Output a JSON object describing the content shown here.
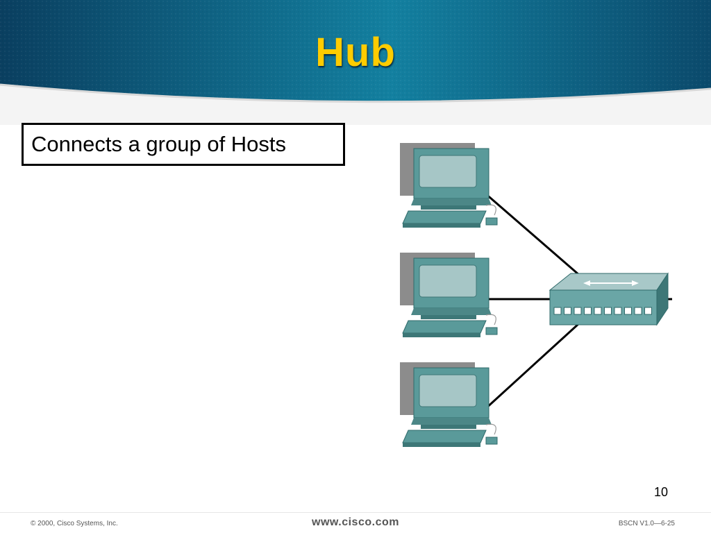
{
  "slide": {
    "title": "Hub",
    "textbox": "Connects a group of Hosts",
    "page_number": "10"
  },
  "footer": {
    "copyright": "© 2000, Cisco Systems, Inc.",
    "website": "www.cisco.com",
    "course": "BSCN V1.0—6-25"
  },
  "diagram": {
    "hosts": [
      {
        "name": "host-computer-1"
      },
      {
        "name": "host-computer-2"
      },
      {
        "name": "host-computer-3"
      }
    ],
    "device": "hub-icon"
  },
  "colors": {
    "title": "#ffcc00",
    "banner": "#0f5578",
    "computer": "#5a9a9a",
    "hub": "#6aa6a6"
  }
}
